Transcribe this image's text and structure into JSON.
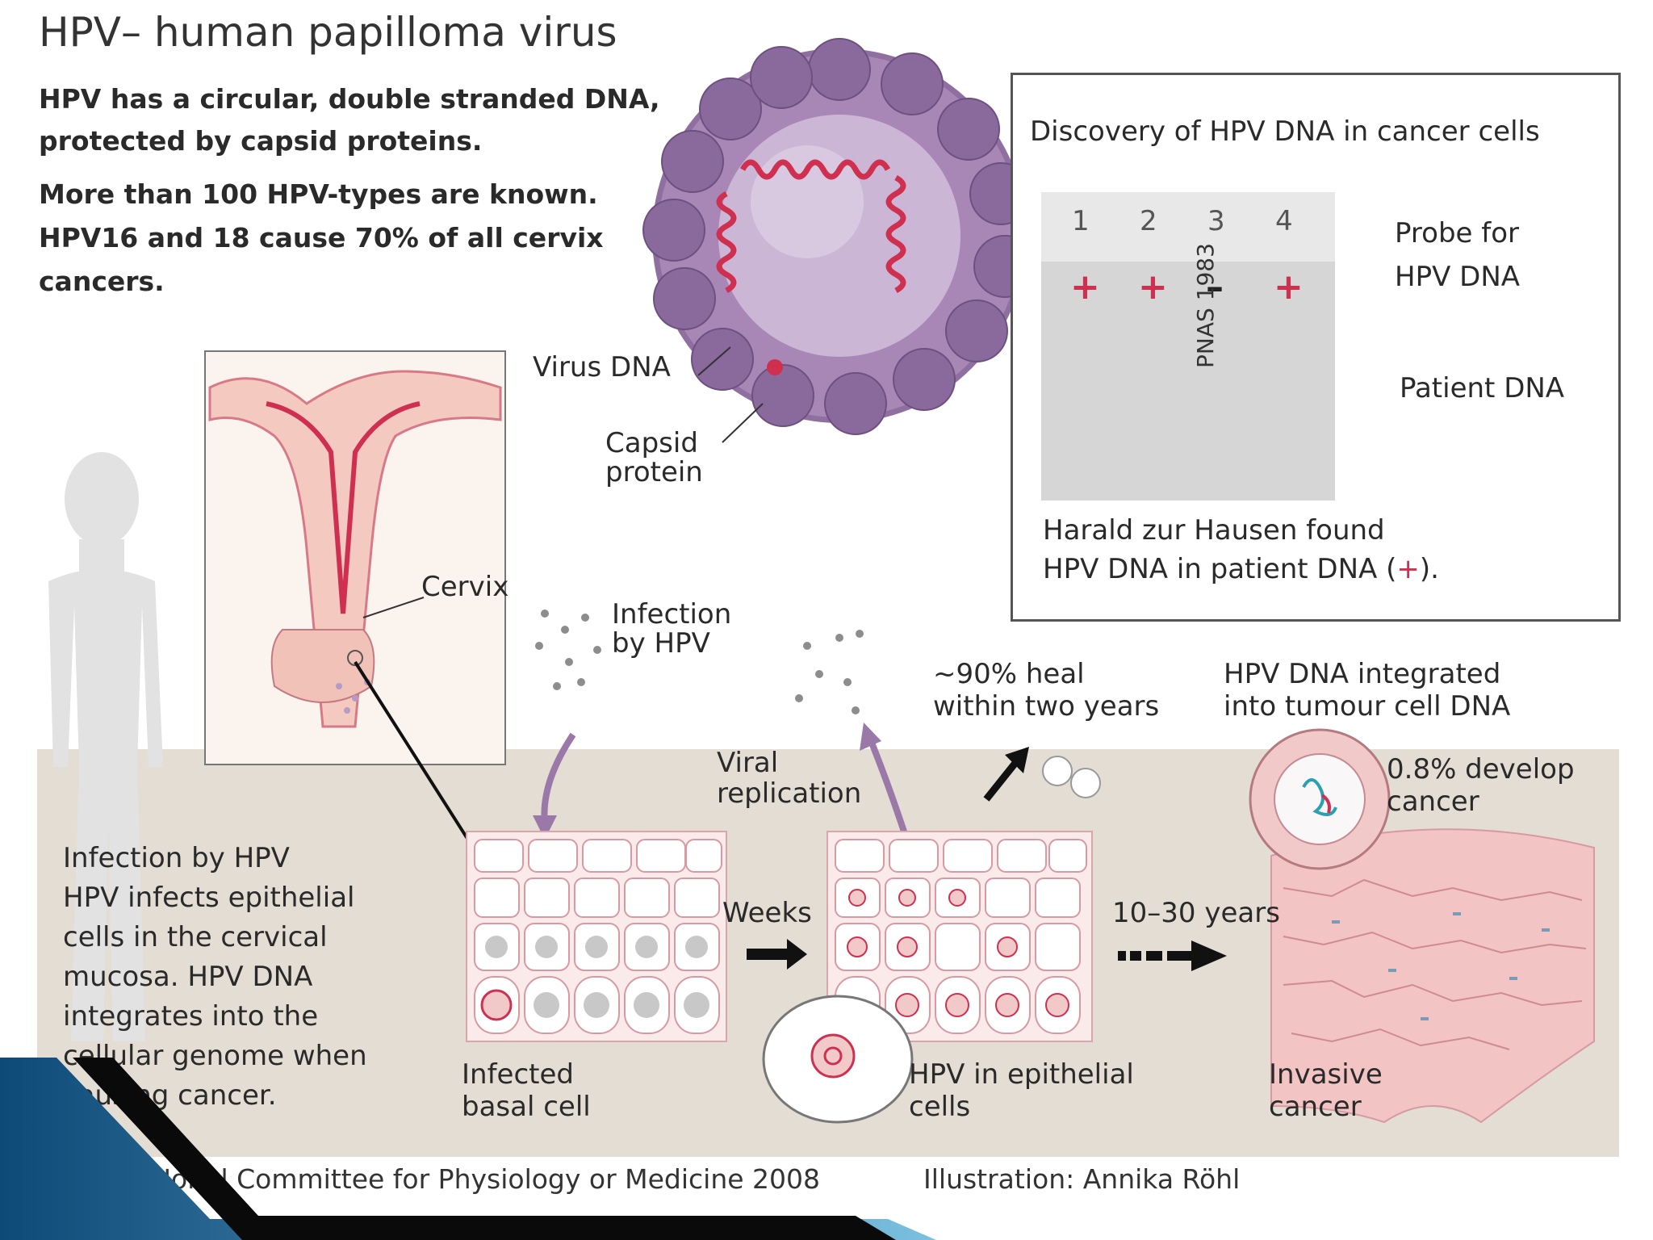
{
  "title": "HPV– human papilloma virus",
  "intro": {
    "line1": "HPV has a circular, double stranded DNA,",
    "line2": "protected by capsid proteins.",
    "line3": "More than 100 HPV-types are known.",
    "line4": "HPV16 and 18 cause 70% of all cervix",
    "line5": "cancers."
  },
  "virus": {
    "dna_label": "Virus DNA",
    "capsid_label_1": "Capsid",
    "capsid_label_2": "protein"
  },
  "discovery": {
    "title": "Discovery of HPV DNA in cancer cells",
    "lanes": [
      "1",
      "2",
      "3",
      "4"
    ],
    "signs": [
      "+",
      "+",
      "–",
      "+"
    ],
    "probe_label_1": "Probe for",
    "probe_label_2": "HPV DNA",
    "patient_label": "Patient DNA",
    "citation": "PNAS 1983",
    "caption_1": "Harald zur Hausen found",
    "caption_2": "HPV DNA in patient DNA (",
    "caption_plus": "+",
    "caption_end": ")."
  },
  "anatomy": {
    "cervix_label": "Cervix",
    "infection_label_1": "Infection",
    "infection_label_2": "by HPV"
  },
  "process": {
    "description": [
      "Infection by HPV",
      "HPV infects epithelial",
      "cells in the cervical",
      "mucosa. HPV DNA",
      "integrates into the",
      "cellular genome when",
      "causing cancer."
    ],
    "infected_label_1": "Infected",
    "infected_label_2": "basal cell",
    "weeks_label": "Weeks",
    "viral_label_1": "Viral",
    "viral_label_2": "replication",
    "heal_label_1": "~90% heal",
    "heal_label_2": "within two years",
    "integrated_label_1": "HPV DNA integrated",
    "integrated_label_2": "into tumour cell DNA",
    "epithelial_label_1": "HPV in epithelial",
    "epithelial_label_2": "cells",
    "years_label": "10–30 years",
    "develop_label_1": "0.8% develop",
    "develop_label_2": "cancer",
    "invasive_label_1": "Invasive",
    "invasive_label_2": "cancer"
  },
  "footer": {
    "copyright": "© The Nobel Committee for Physiology or Medicine 2008",
    "illustration": "Illustration: Annika Röhl"
  },
  "colors": {
    "accent_red": "#d03050",
    "virus_purple": "#9a78a8",
    "band_bg": "#e4ddd4",
    "cell_pink": "#f2c9c9",
    "deco_blue": "#1c5f8c"
  }
}
